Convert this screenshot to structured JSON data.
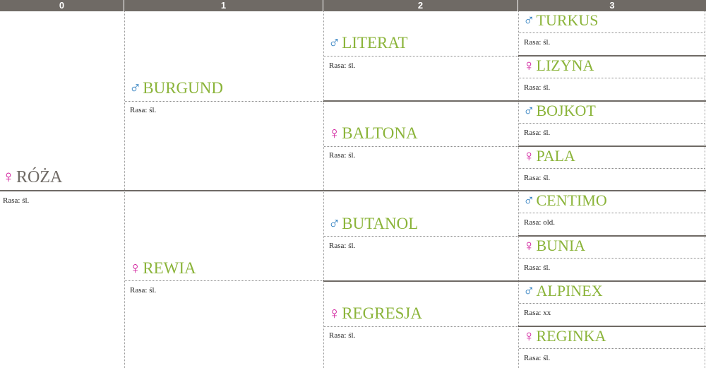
{
  "header": {
    "cols": [
      "0",
      "1",
      "2",
      "3"
    ]
  },
  "symbols": {
    "male": "♂",
    "female": "♀"
  },
  "rasa_label": "Rasa:",
  "gen0": {
    "name": "RÓŻA",
    "sex": "female",
    "rasa": "śl."
  },
  "gen1": [
    {
      "name": "BURGUND",
      "sex": "male",
      "rasa": "śl."
    },
    {
      "name": "REWIA",
      "sex": "female",
      "rasa": "śl."
    }
  ],
  "gen2": [
    {
      "name": "LITERAT",
      "sex": "male",
      "rasa": "śl."
    },
    {
      "name": "BALTONA",
      "sex": "female",
      "rasa": "śl."
    },
    {
      "name": "BUTANOL",
      "sex": "male",
      "rasa": "śl."
    },
    {
      "name": "REGRESJA",
      "sex": "female",
      "rasa": "śl."
    }
  ],
  "gen3": [
    {
      "name": "TURKUS",
      "sex": "male",
      "rasa": "śl."
    },
    {
      "name": "LIZYNA",
      "sex": "female",
      "rasa": "śl."
    },
    {
      "name": "BOJKOT",
      "sex": "male",
      "rasa": "śl."
    },
    {
      "name": "PALA",
      "sex": "female",
      "rasa": "śl."
    },
    {
      "name": "CENTIMO",
      "sex": "male",
      "rasa": "old."
    },
    {
      "name": "BUNIA",
      "sex": "female",
      "rasa": "śl."
    },
    {
      "name": "ALPINEX",
      "sex": "male",
      "rasa": "xx"
    },
    {
      "name": "REGINKA",
      "sex": "female",
      "rasa": "śl."
    }
  ],
  "colors": {
    "header": "#6f6a65",
    "name": "#8bb43a",
    "root_name": "#6f6a65",
    "male": "#2c7dbf",
    "female": "#d0189a"
  }
}
